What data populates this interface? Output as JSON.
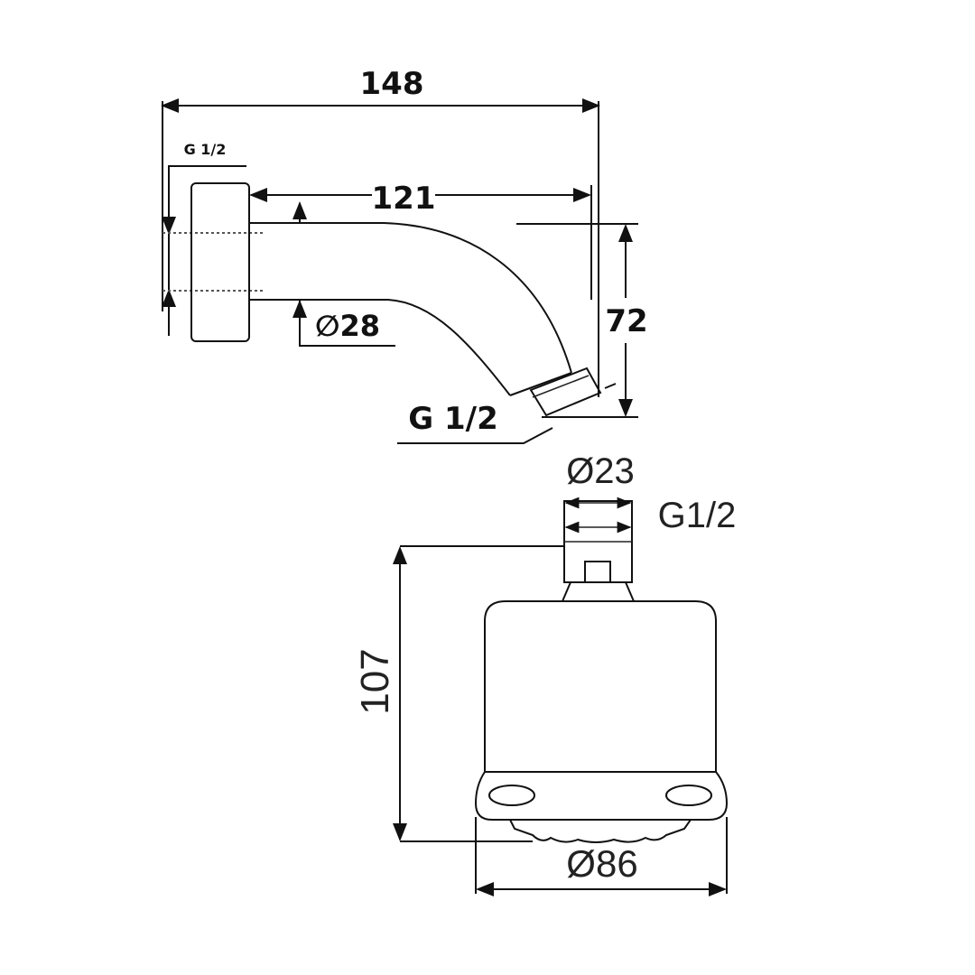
{
  "drawing": {
    "arm": {
      "overall_length": "148",
      "arm_length": "121",
      "wall_thread": "G 1/2",
      "pipe_diameter": "∅28",
      "drop_height": "72",
      "outlet_thread": "G 1/2"
    },
    "head": {
      "inlet_diameter": "Ø23",
      "inlet_thread": "G1/2",
      "height": "107",
      "face_diameter": "Ø86"
    }
  }
}
